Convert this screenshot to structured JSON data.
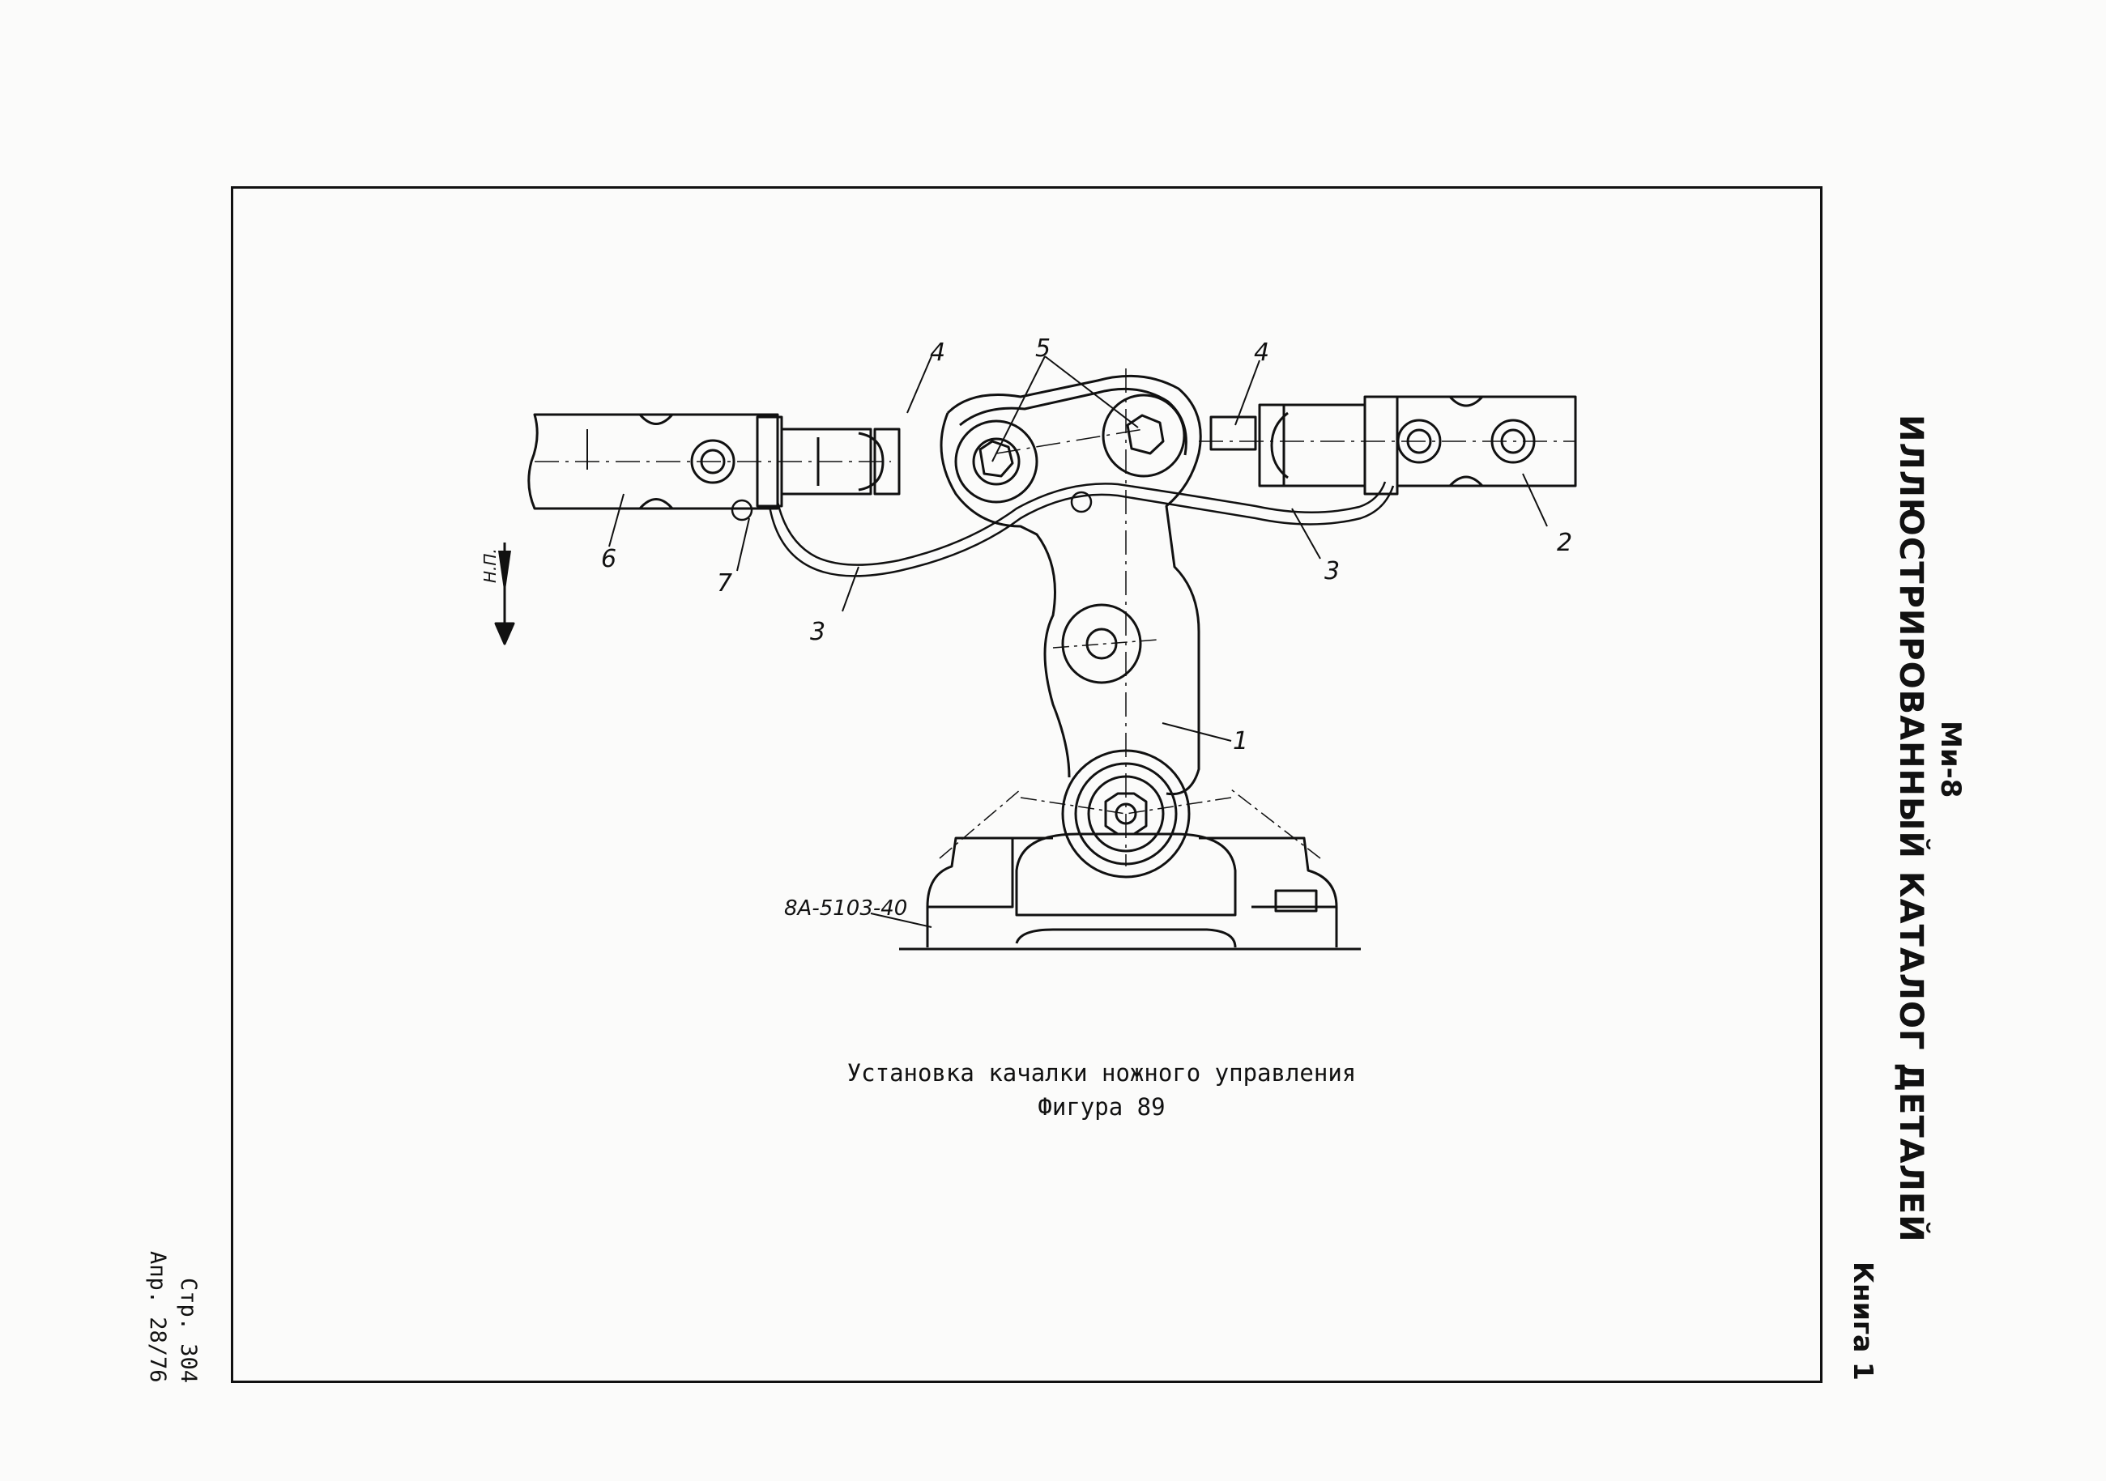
{
  "header": {
    "aircraft": "Ми-8",
    "catalog_title": "ИЛЛЮСТРИРОВАННЫЙ КАТАЛОГ ДЕТАЛЕЙ",
    "book": "Книга 1"
  },
  "figure": {
    "caption": "Установка качалки ножного управления",
    "figure_label": "Фигура 89"
  },
  "page_info": {
    "page": "Стр. 304",
    "date": "Апр. 28/76"
  },
  "callouts": {
    "part_1": "1",
    "part_2": "2",
    "part_3_left": "3",
    "part_3_right": "3",
    "part_4_left": "4",
    "part_4_right": "4",
    "part_5": "5",
    "part_6": "6",
    "part_7": "7",
    "bracket_part_number": "8А-5103-40",
    "direction_label": "Н.П."
  }
}
